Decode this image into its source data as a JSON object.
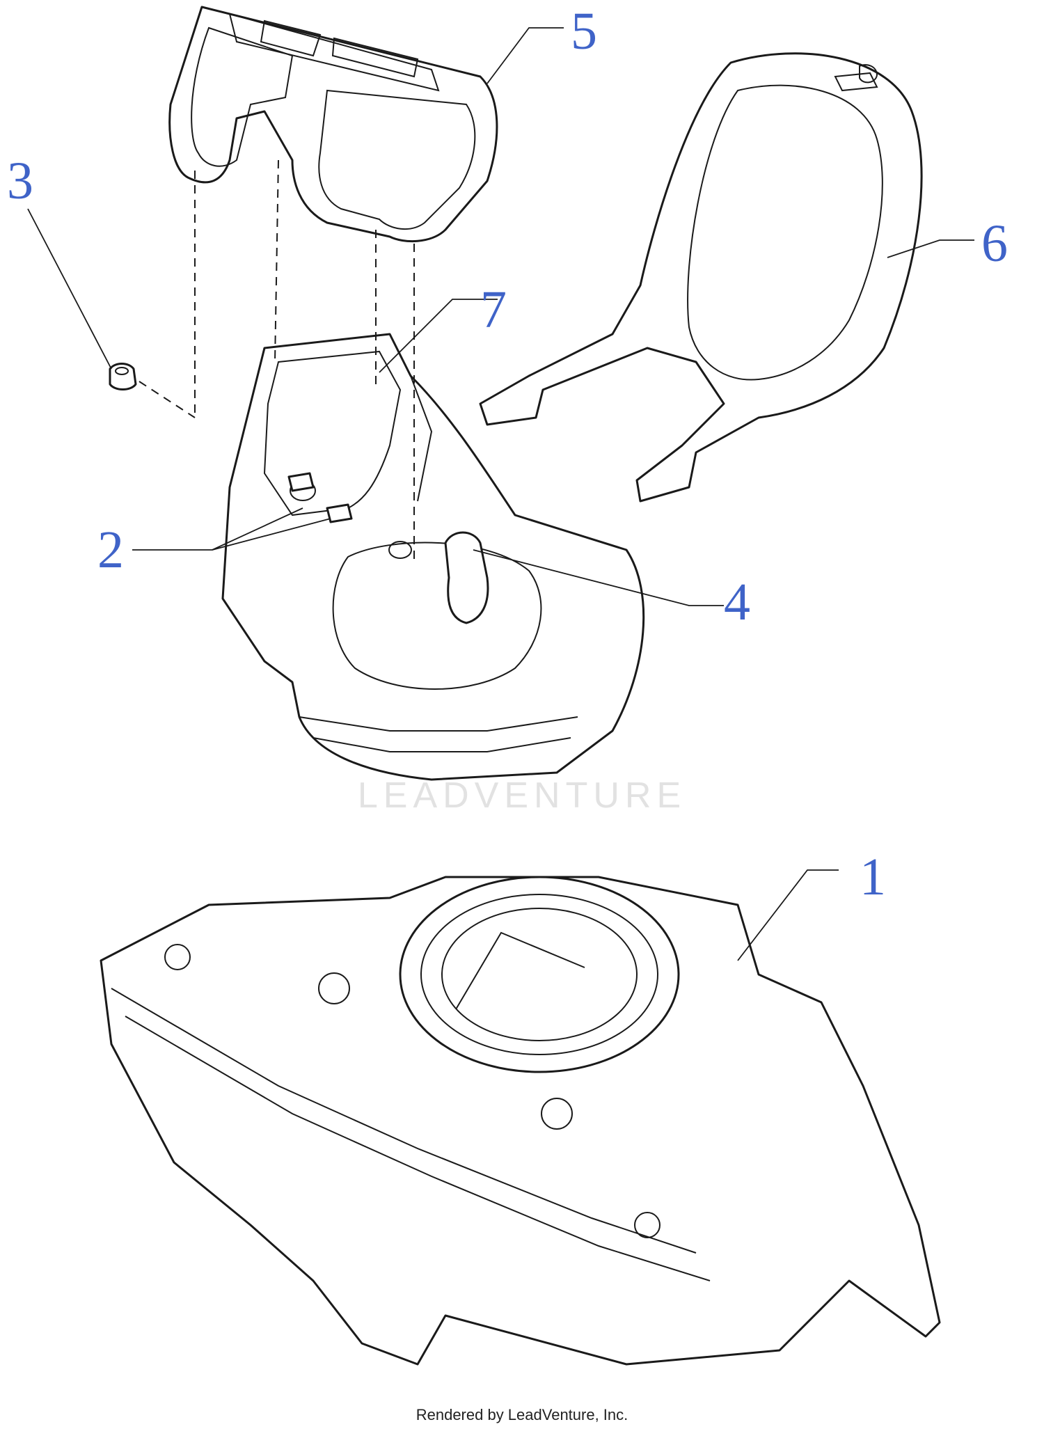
{
  "diagram": {
    "callouts": [
      "1",
      "2",
      "3",
      "4",
      "5",
      "6",
      "7"
    ],
    "watermark": "LEADVENTURE",
    "footer": "Rendered by LeadVenture, Inc."
  },
  "colors": {
    "callout": "#3f63c8",
    "line": "#1a1a1a",
    "watermark": "#e2e2e2"
  }
}
